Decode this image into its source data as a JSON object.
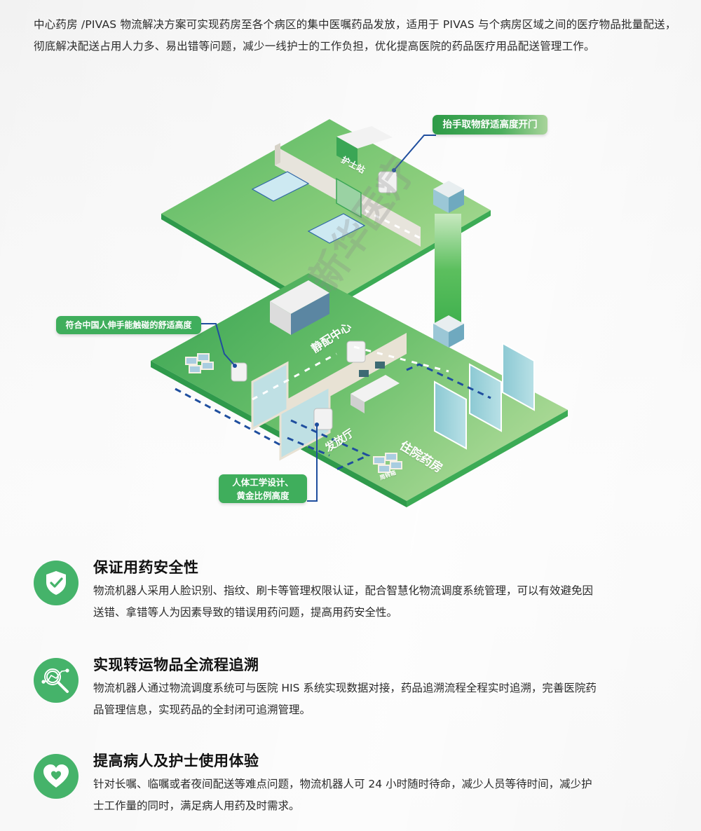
{
  "intro": {
    "text": "中心药房 /PIVAS 物流解决方案可实现药房至各个病区的集中医嘱药品发放，适用于 PIVAS 与个病房区域之间的医疗物品批量配送，彻底解决配送占用人力多、易出错等问题，减少一线护士的工作负担，优化提高医院的药品医疗用品配送管理工作。"
  },
  "illustration": {
    "callouts": {
      "top_right": "抬手取物舒适高度开门",
      "middle_left": "符合中国人伸手能触碰的舒适高度",
      "bottom": "人体工学设计、\n黄金比例高度"
    },
    "floor_labels": {
      "nurse_station": "护士站",
      "pivas_center": "静配中心",
      "dispensing_hall": "发放厅",
      "inpatient_pharmacy": "住院药房",
      "turnover_box": "周转箱"
    },
    "watermark": "新华医疗",
    "colors": {
      "floor_dark": "#3aa655",
      "floor_light": "#8fcf7e",
      "floor_edge": "#2f9a4b",
      "route_line": "#1f4e9e",
      "callout_green": "#3fae5c"
    }
  },
  "features": [
    {
      "icon": "shield-check-icon",
      "title": "保证用药安全性",
      "desc": "物流机器人采用人脸识别、指纹、刷卡等管理权限认证，配合智慧化物流调度系统管理，可以有效避免因送错、拿错等人为因素导致的错误用药问题，提高用药安全性。"
    },
    {
      "icon": "magnifier-trace-icon",
      "title": "实现转运物品全流程追溯",
      "desc": "物流机器人通过物流调度系统可与医院 HIS 系统实现数据对接，药品追溯流程全程实时追溯，完善医院药品管理信息，实现药品的全封闭可追溯管理。"
    },
    {
      "icon": "heart-icon",
      "title": "提高病人及护士使用体验",
      "desc": "针对长嘱、临嘱或者夜间配送等难点问题，物流机器人可 24 小时随时待命，减少人员等待时间，减少护士工作量的同时，满足病人用药及时需求。"
    }
  ],
  "accent_color": "#45b36a"
}
